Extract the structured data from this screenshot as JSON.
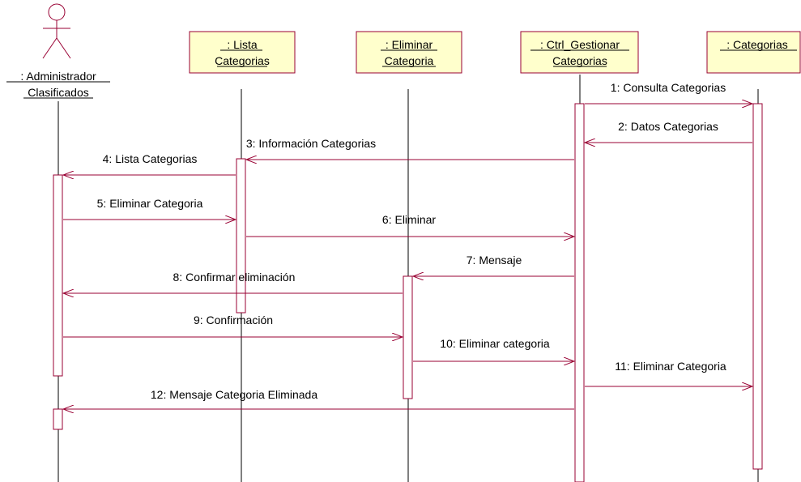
{
  "colors": {
    "box_fill": "#ffffcc",
    "line": "#990033",
    "lifeline": "#000000",
    "text": "#000000"
  },
  "actor": {
    "icon": "stick-figure-icon",
    "line1": ": Administrador",
    "line2": "Clasificados"
  },
  "objects": [
    {
      "line1": ": Lista",
      "line2": "Categorias"
    },
    {
      "line1": ": Eliminar",
      "line2": "Categoria"
    },
    {
      "line1": ": Ctrl_Gestionar",
      "line2": "Categorias"
    },
    {
      "line1": ": Categorias",
      "line2": ""
    }
  ],
  "messages": [
    {
      "label": "1: Consulta Categorias",
      "from": "Ctrl_Gestionar",
      "to": "Categorias"
    },
    {
      "label": "2: Datos Categorias",
      "from": "Categorias",
      "to": "Ctrl_Gestionar"
    },
    {
      "label": "3: Información Categorias",
      "from": "Ctrl_Gestionar",
      "to": "Lista"
    },
    {
      "label": "4: Lista Categorias",
      "from": "Lista",
      "to": "Administrador"
    },
    {
      "label": "5: Eliminar Categoria",
      "from": "Administrador",
      "to": "Lista"
    },
    {
      "label": "6: Eliminar",
      "from": "Lista",
      "to": "Ctrl_Gestionar"
    },
    {
      "label": "7: Mensaje",
      "from": "Ctrl_Gestionar",
      "to": "Eliminar"
    },
    {
      "label": "8: Confirmar eliminación",
      "from": "Eliminar",
      "to": "Administrador"
    },
    {
      "label": "9: Confirmación",
      "from": "Administrador",
      "to": "Eliminar"
    },
    {
      "label": "10: Eliminar categoria",
      "from": "Eliminar",
      "to": "Ctrl_Gestionar"
    },
    {
      "label": "11: Eliminar Categoria",
      "from": "Ctrl_Gestionar",
      "to": "Categorias"
    },
    {
      "label": "12: Mensaje Categoria Eliminada",
      "from": "Ctrl_Gestionar",
      "to": "Administrador"
    }
  ]
}
